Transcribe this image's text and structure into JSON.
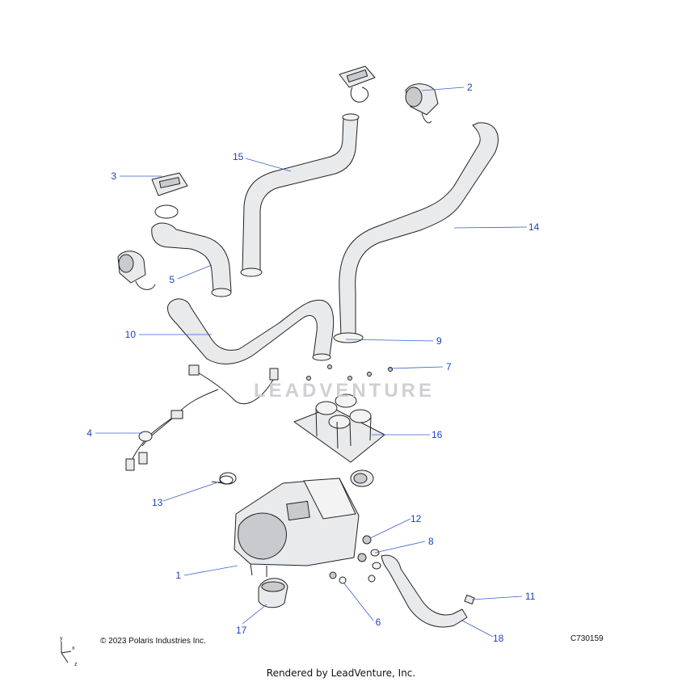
{
  "callouts": {
    "c1": "1",
    "c2": "2",
    "c3": "3",
    "c4": "4",
    "c5": "5",
    "c6": "6",
    "c7": "7",
    "c8": "8",
    "c9": "9",
    "c10": "10",
    "c11": "11",
    "c12": "12",
    "c13": "13",
    "c14": "14",
    "c15": "15",
    "c16": "16",
    "c17": "17",
    "c18": "18"
  },
  "footer": {
    "copyright": "© 2023 Polaris Industries Inc.",
    "figure_id": "C730159",
    "rendered_by": "Rendered by LeadVenture, Inc."
  },
  "watermark": "LEADVENTURE",
  "axes": {
    "y": "y",
    "x": "x",
    "z": "z"
  },
  "colors": {
    "callout": "#1f3fbf",
    "leader": "#3a5fd0",
    "linework": "#222222"
  }
}
